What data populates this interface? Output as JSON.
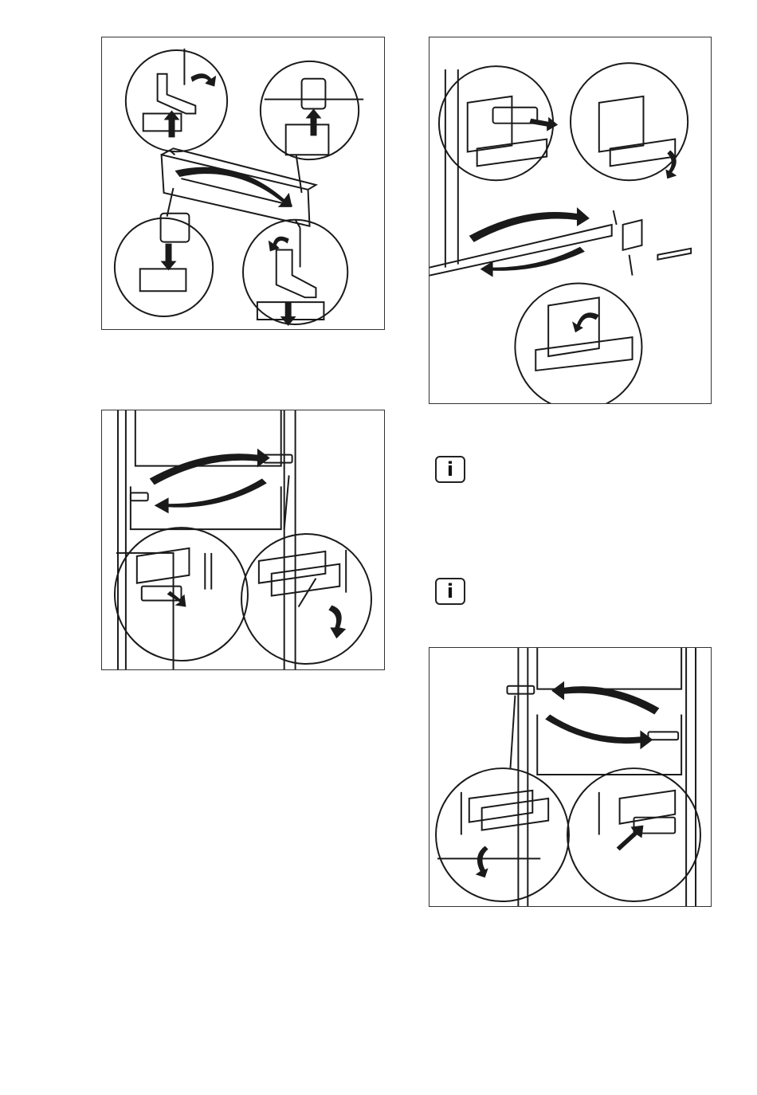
{
  "page": {
    "background": "#ffffff",
    "line_color": "#1a1a1a"
  },
  "figures": [
    {
      "id": "fig-top-hinge-cover-swap",
      "icon": "illustration"
    },
    {
      "id": "fig-bottom-hinge-move",
      "icon": "illustration"
    },
    {
      "id": "fig-door-hinge-remove",
      "icon": "illustration"
    },
    {
      "id": "fig-door-hinge-refit",
      "icon": "illustration"
    }
  ],
  "info_icons": [
    {
      "glyph": "i",
      "icon": "information-icon"
    },
    {
      "glyph": "i",
      "icon": "information-icon"
    }
  ]
}
